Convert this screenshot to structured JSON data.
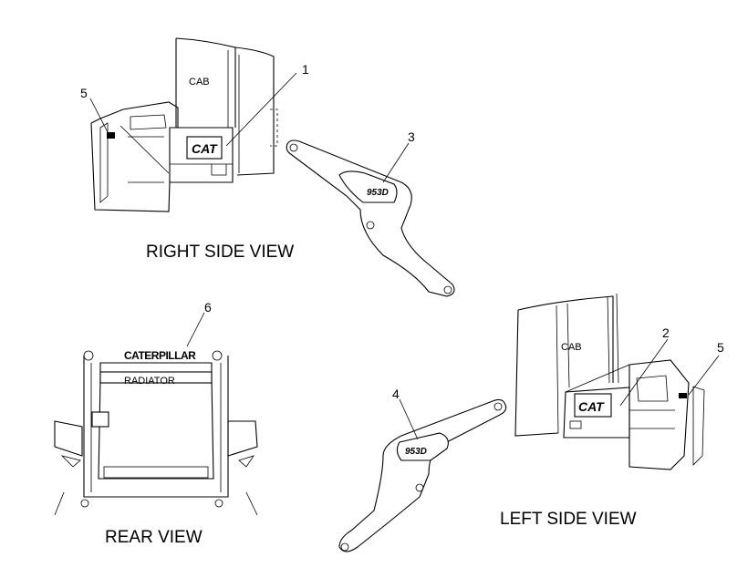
{
  "views": {
    "right_side": "RIGHT SIDE VIEW",
    "rear": "REAR VIEW",
    "left_side": "LEFT SIDE VIEW"
  },
  "labels": {
    "cab_right": "CAB",
    "cab_left": "CAB",
    "radiator": "RADIATOR"
  },
  "decals": {
    "cat_right": "CAT",
    "cat_left": "CAT",
    "model_right": "953D",
    "model_left": "953D",
    "caterpillar": "CATERPILLAR"
  },
  "callouts": {
    "c1": "1",
    "c2": "2",
    "c3": "3",
    "c4": "4",
    "c5_right": "5",
    "c5_left": "5",
    "c6": "6"
  }
}
